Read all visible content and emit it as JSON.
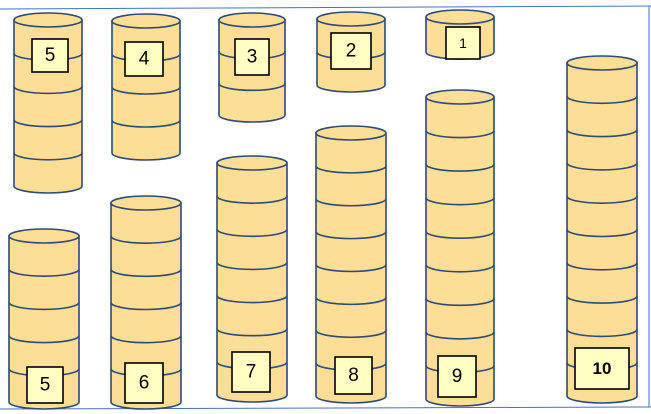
{
  "stacks": [
    {
      "label": "5",
      "coins": 5
    },
    {
      "label": "4",
      "coins": 4
    },
    {
      "label": "3",
      "coins": 3
    },
    {
      "label": "2",
      "coins": 2
    },
    {
      "label": "1",
      "coins": 1
    },
    {
      "label": "5",
      "coins": 5
    },
    {
      "label": "6",
      "coins": 6
    },
    {
      "label": "7",
      "coins": 7
    },
    {
      "label": "8",
      "coins": 8
    },
    {
      "label": "9",
      "coins": 9
    },
    {
      "label": "10",
      "coins": 10
    }
  ],
  "colors": {
    "coin_fill": "#FDDE96",
    "coin_stroke": "#2F4A74",
    "label_box": "#FFFFC4",
    "frame_line": "#4472C4"
  }
}
